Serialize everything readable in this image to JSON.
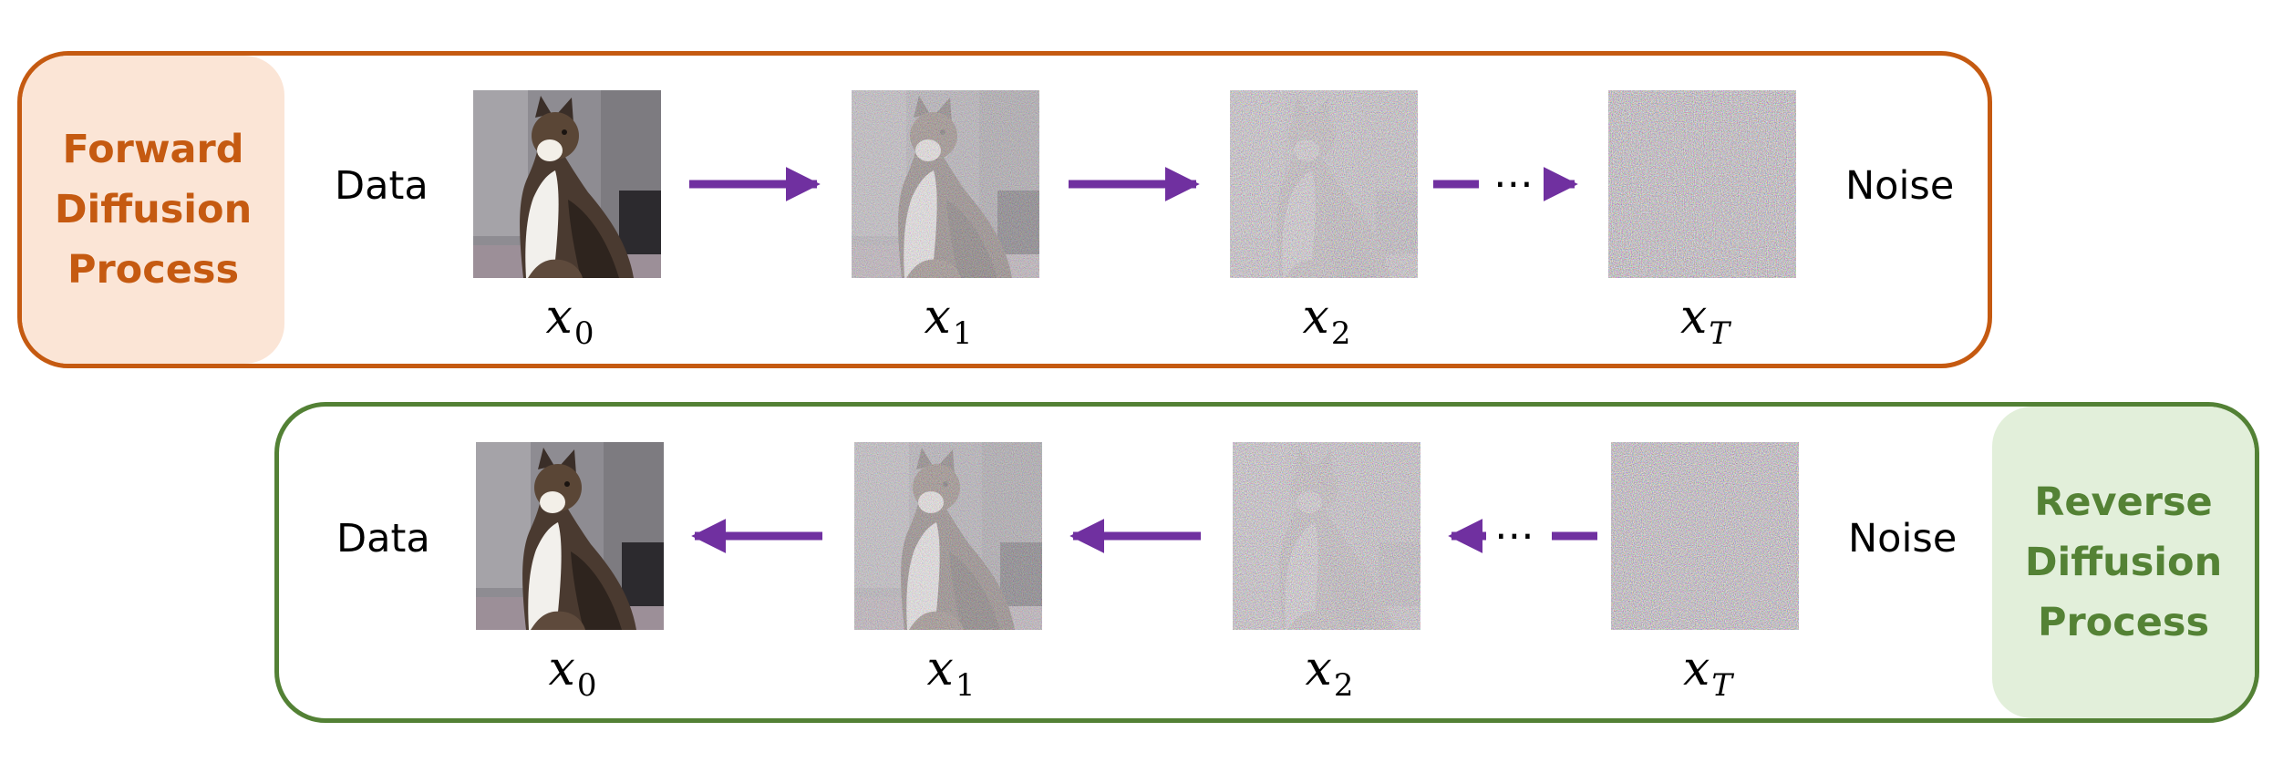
{
  "forward": {
    "title_lines": [
      "Forward",
      "Diffusion",
      "Process"
    ],
    "start_label": "Data",
    "end_label": "Noise",
    "steps": [
      {
        "var": "x",
        "sub": "0"
      },
      {
        "var": "x",
        "sub": "1"
      },
      {
        "var": "x",
        "sub": "2"
      },
      {
        "var": "x",
        "sub": "T"
      }
    ],
    "ellipsis": "⋯"
  },
  "reverse": {
    "title_lines": [
      "Reverse",
      "Diffusion",
      "Process"
    ],
    "start_label": "Data",
    "end_label": "Noise",
    "steps": [
      {
        "var": "x",
        "sub": "0"
      },
      {
        "var": "x",
        "sub": "1"
      },
      {
        "var": "x",
        "sub": "2"
      },
      {
        "var": "x",
        "sub": "T"
      }
    ],
    "ellipsis": "⋯"
  },
  "colors": {
    "forward_accent": "#c55a11",
    "forward_fill": "#fbe5d6",
    "reverse_accent": "#548235",
    "reverse_fill": "#e2efda",
    "arrow": "#7030a0"
  },
  "noise_levels": [
    0.0,
    0.35,
    0.75,
    1.0
  ]
}
